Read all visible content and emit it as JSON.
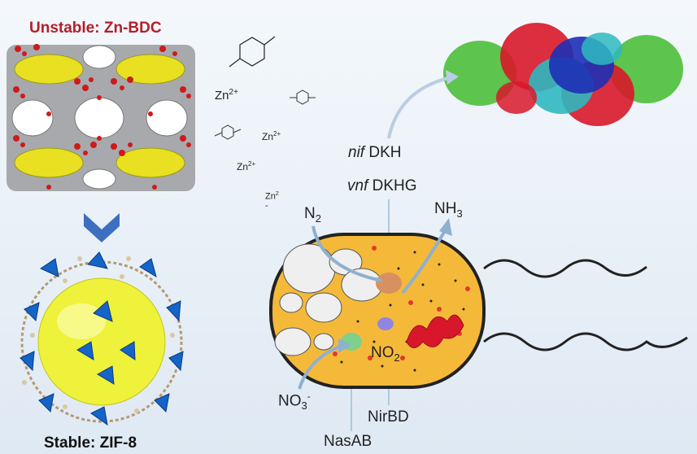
{
  "top_left": {
    "title": "Unstable: Zn-BDC"
  },
  "bottom_left": {
    "title": "Stable: ZIF-8"
  },
  "ions": {
    "zn1": "Zn",
    "zn1_sup": "2+",
    "zn2": "Zn",
    "zn2_sup": "2+",
    "zn3": "Zn",
    "zn3_sup": "2+",
    "zn4": "Zn",
    "zn4_sup": "2",
    "zn4_trail": "-"
  },
  "genes": {
    "nif_italic": "nif",
    "nif_rest": " DKH",
    "vnf_italic": "vnf",
    "vnf_rest": " DKHG",
    "nirbd": "NirBD",
    "nasab": "NasAB"
  },
  "species": {
    "n2": "N",
    "n2_sub": "2",
    "nh3": "NH",
    "nh3_sub": "3",
    "no2": "NO",
    "no2_sub": "2",
    "no3": "NO",
    "no3_sub": "3",
    "no3_sup": "-"
  },
  "colors": {
    "title_red": "#b3202a",
    "arrow_blue": "#3d6fbf",
    "cell_fill": "#f5b93a",
    "ribbon_red": "#d8182a",
    "protein_green": "#4cbf3a",
    "protein_blue": "#1d2fb5",
    "protein_cyan": "#2fb8c0"
  }
}
